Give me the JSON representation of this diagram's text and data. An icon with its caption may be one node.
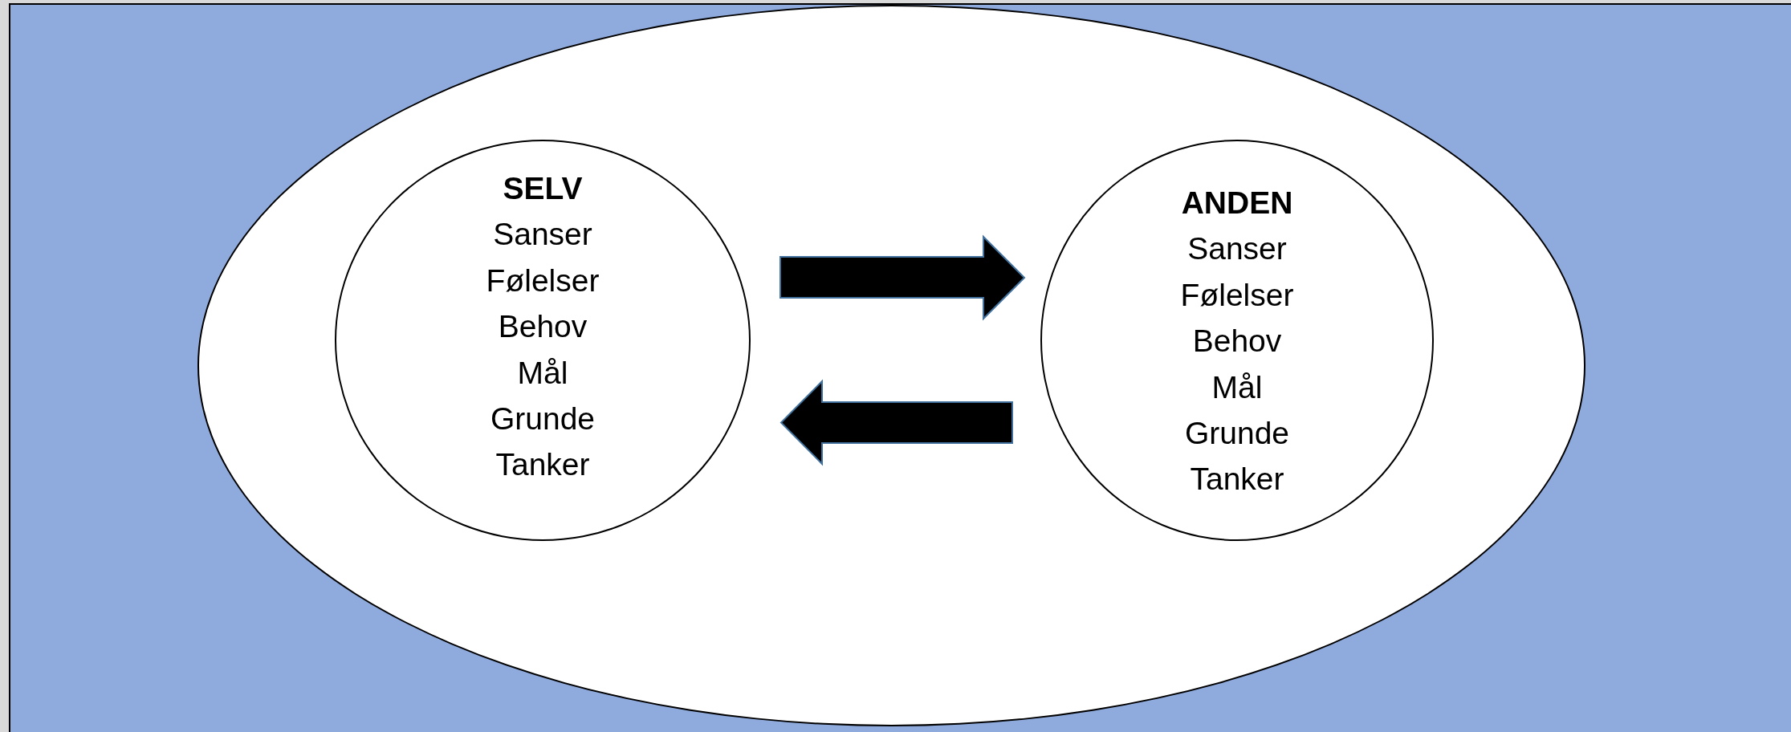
{
  "diagram": {
    "nodes": [
      {
        "text": [],
        "shape": "ellipse"
      },
      {
        "text": [
          "SELV",
          "Sanser",
          "Følelser",
          "Behov",
          "Mål",
          "Grunde",
          "Tanker"
        ],
        "in": 0
      },
      {
        "text": [
          "ANDEN",
          "Sanser",
          "Følelser",
          "Behov",
          "Mål",
          "Grunde",
          "Tanker"
        ],
        "in": 0
      }
    ],
    "edges": [
      {
        "from": 1,
        "to": 2,
        "arrow": "to",
        "style": "thick"
      },
      {
        "from": 2,
        "to": 1,
        "arrow": "to",
        "style": "thick"
      }
    ]
  }
}
